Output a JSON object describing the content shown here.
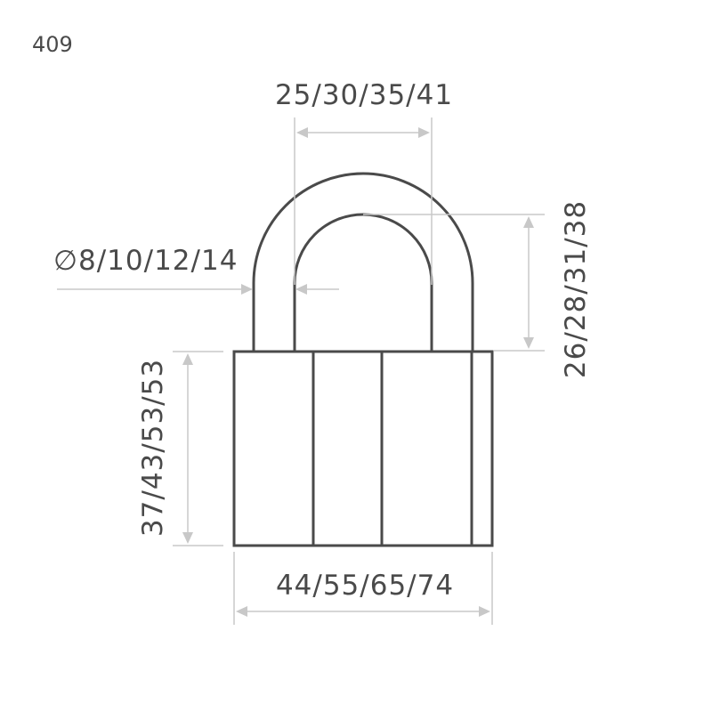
{
  "model_number": "409",
  "dimensions": {
    "shackle_spacing": "25/30/35/41",
    "shackle_diameter_symbol": "∅",
    "shackle_diameter": "8/10/12/14",
    "shackle_height": "26/28/31/38",
    "body_height": "37/43/53/53",
    "body_width": "44/55/65/74"
  },
  "colors": {
    "outline": "#4a4a4a",
    "dimension_line": "#c8c8c8",
    "text": "#4a4a4a"
  }
}
